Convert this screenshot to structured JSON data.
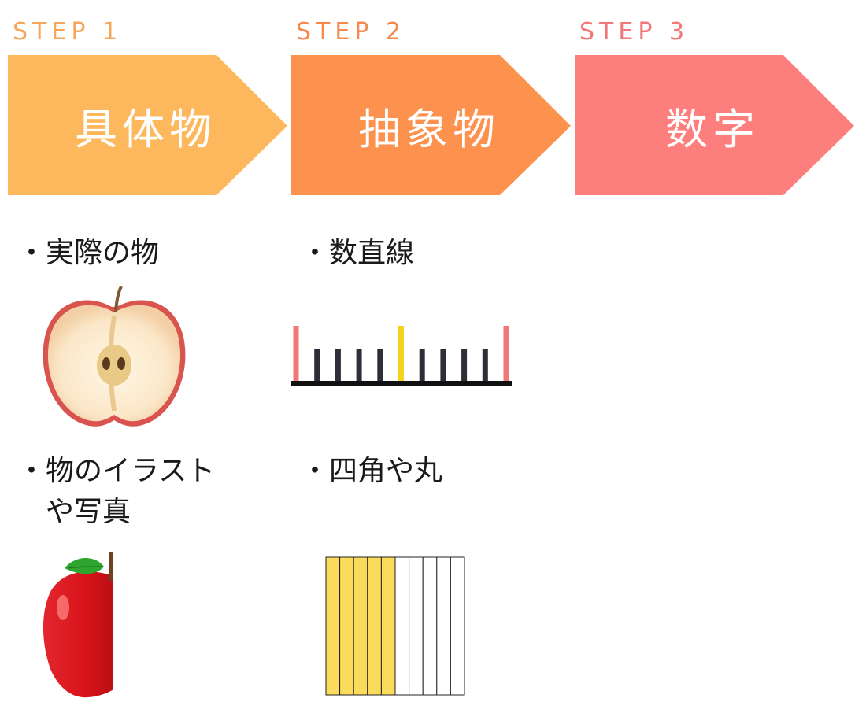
{
  "steps": [
    {
      "label": "STEP 1",
      "title": "具体物",
      "color": "#FDB85E",
      "label_color": "#F6A65A"
    },
    {
      "label": "STEP 2",
      "title": "抽象物",
      "color": "#FD924E",
      "label_color": "#F58A4C"
    },
    {
      "label": "STEP 3",
      "title": "数字",
      "color": "#FD7F7D",
      "label_color": "#F27777"
    }
  ],
  "items": {
    "real_object": "・実際の物",
    "number_line": "・数直線",
    "illustration": "・物のイラスト\n　や写真",
    "shapes": "・四角や丸"
  },
  "icons": {
    "apple_half": "cut-apple-photo",
    "apple_illustration": "red-apple-illustration",
    "number_line": "number-line-diagram",
    "blocks": "ten-strip-blocks"
  },
  "number_line": {
    "ticks": 11,
    "highlight_index": 5,
    "colors": {
      "ends": "#F27777",
      "highlight": "#F5D21E",
      "ticks": "#2E2E3A",
      "base": "#111111"
    }
  },
  "blocks": {
    "total": 10,
    "filled": 5,
    "fill_color": "#FADC5A"
  }
}
